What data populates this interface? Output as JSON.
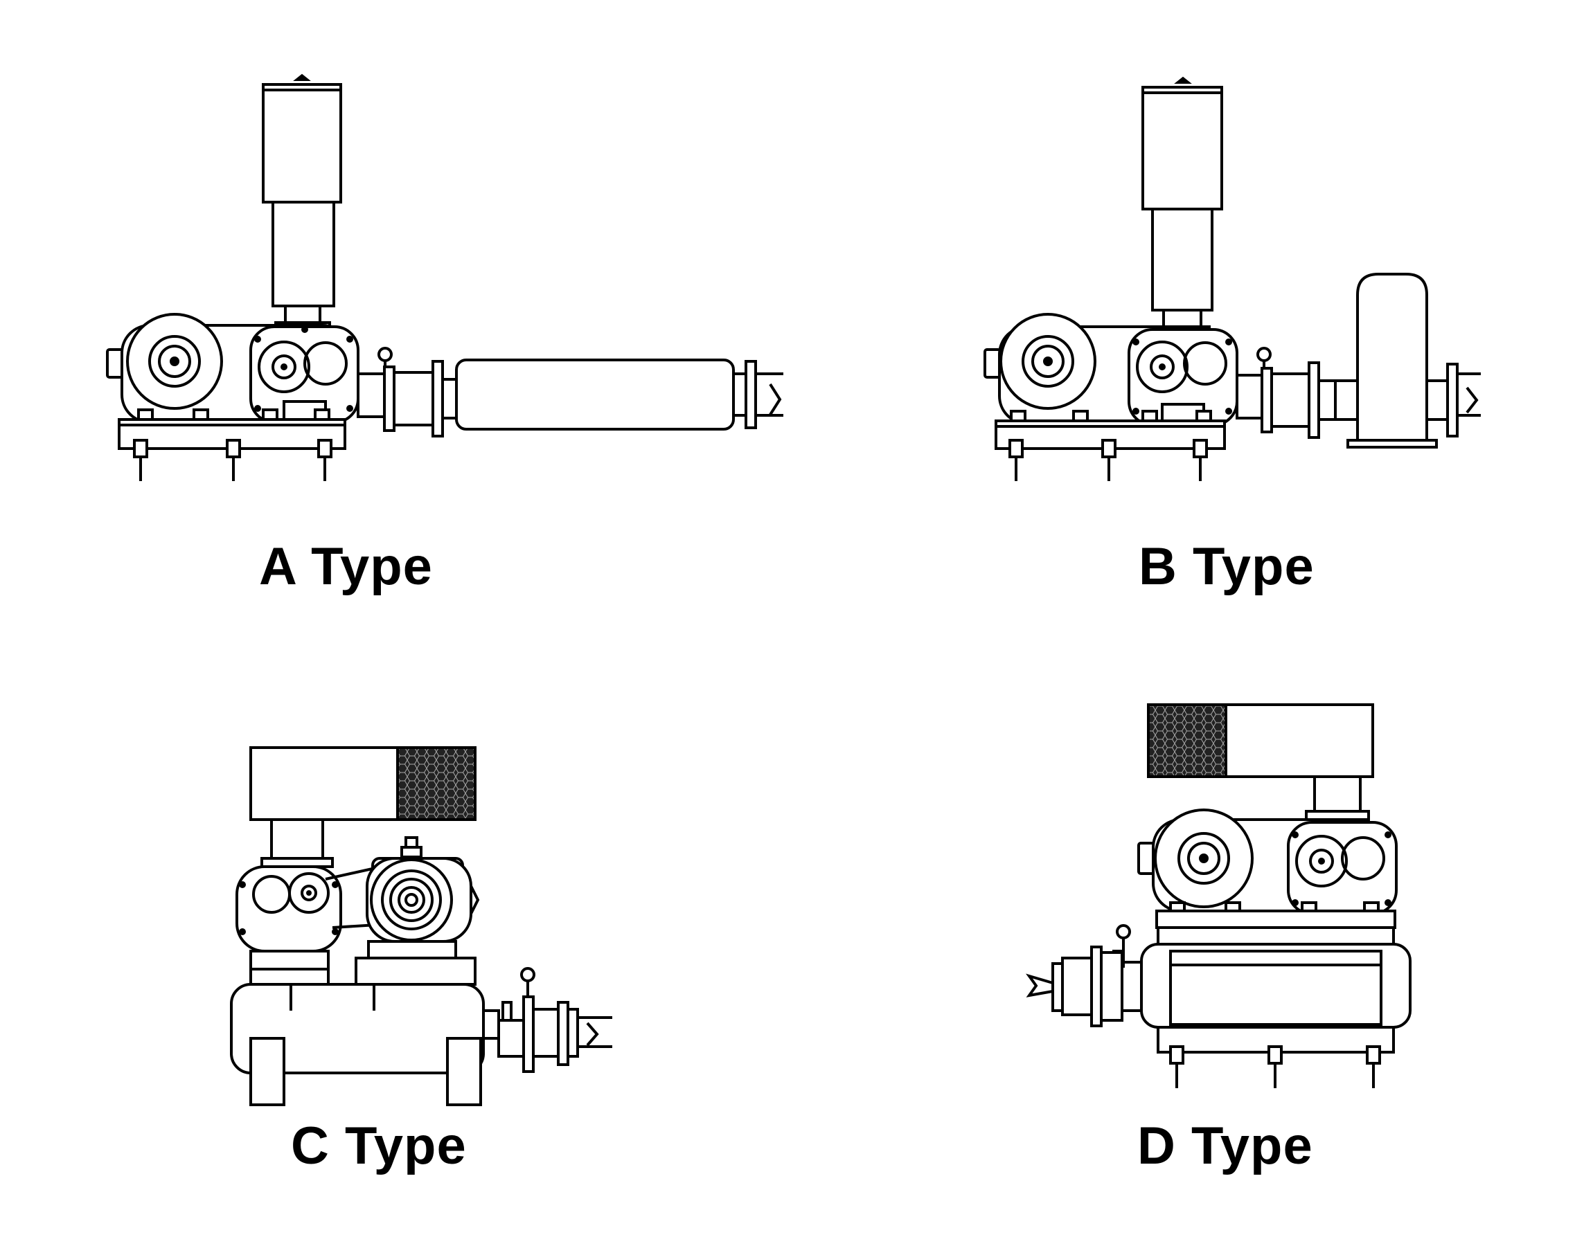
{
  "figure": {
    "background": "#ffffff",
    "line_color": "#000000",
    "panels": [
      {
        "id": "a",
        "caption": "A Type",
        "silencer": "horizontal-cylinder",
        "filter": "vertical"
      },
      {
        "id": "b",
        "caption": "B Type",
        "silencer": "vertical-chamber",
        "filter": "vertical"
      },
      {
        "id": "c",
        "caption": "C Type",
        "silencer": "tank-base",
        "filter": "horizontal-mesh-right"
      },
      {
        "id": "d",
        "caption": "D Type",
        "silencer": "frame-base",
        "filter": "horizontal-mesh-left"
      }
    ]
  }
}
